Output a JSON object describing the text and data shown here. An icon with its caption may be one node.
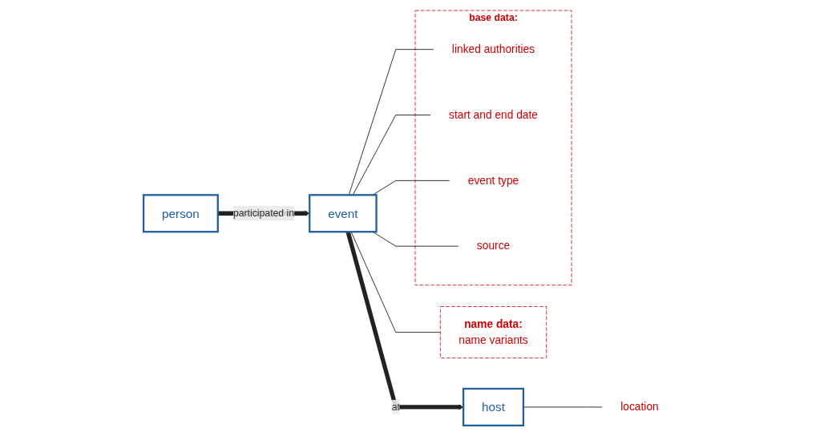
{
  "diagram": {
    "nodes": [
      {
        "text": [
          "name data:",
          "name variants"
        ]
      },
      {
        "text": [
          "base data:"
        ]
      },
      {
        "text": [
          "linked authorities"
        ],
        "in": 1
      },
      {
        "text": [
          "start and end date"
        ],
        "in": 1
      },
      {
        "text": [
          "event type"
        ],
        "in": 1
      },
      {
        "text": [
          "source"
        ],
        "in": 1
      },
      {
        "text": [
          "person"
        ]
      },
      {
        "text": [
          "event"
        ]
      },
      {
        "text": [
          "host"
        ]
      },
      {
        "text": [
          "location"
        ]
      }
    ],
    "edges": [
      {
        "from": 6,
        "to": 7,
        "arrow": "to",
        "label": "participated in",
        "style": "thick"
      },
      {
        "from": 7,
        "to": 0,
        "arrow": "none"
      },
      {
        "from": 7,
        "to": 2,
        "arrow": "none"
      },
      {
        "from": 7,
        "to": 3,
        "arrow": "none"
      },
      {
        "from": 7,
        "to": 4,
        "arrow": "none"
      },
      {
        "from": 7,
        "to": 5,
        "arrow": "none"
      },
      {
        "from": 7,
        "to": 8,
        "arrow": "to",
        "label": "at",
        "style": "thick"
      },
      {
        "from": 8,
        "to": 9,
        "arrow": "none"
      }
    ]
  }
}
